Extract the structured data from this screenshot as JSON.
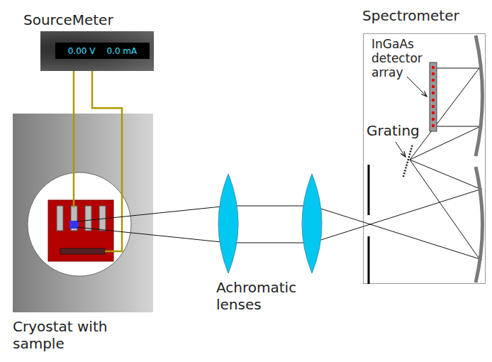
{
  "diagram": {
    "nodes": [
      {
        "text": [
          "SourceMeter"
        ]
      },
      {
        "text": [
          "0.00 V",
          "0.0 mA"
        ],
        "in": 0
      },
      {
        "text": [
          "Cryostat with sample"
        ]
      },
      {
        "text": [
          "Spectrometer"
        ]
      }
    ],
    "edges": [
      {
        "from": 0,
        "to": 2,
        "arrow": "none"
      },
      {
        "from": 0,
        "to": 2,
        "arrow": "none"
      }
    ],
    "labels": [
      "InGaAs detector array",
      "Grating",
      "Achromatic lenses"
    ]
  }
}
